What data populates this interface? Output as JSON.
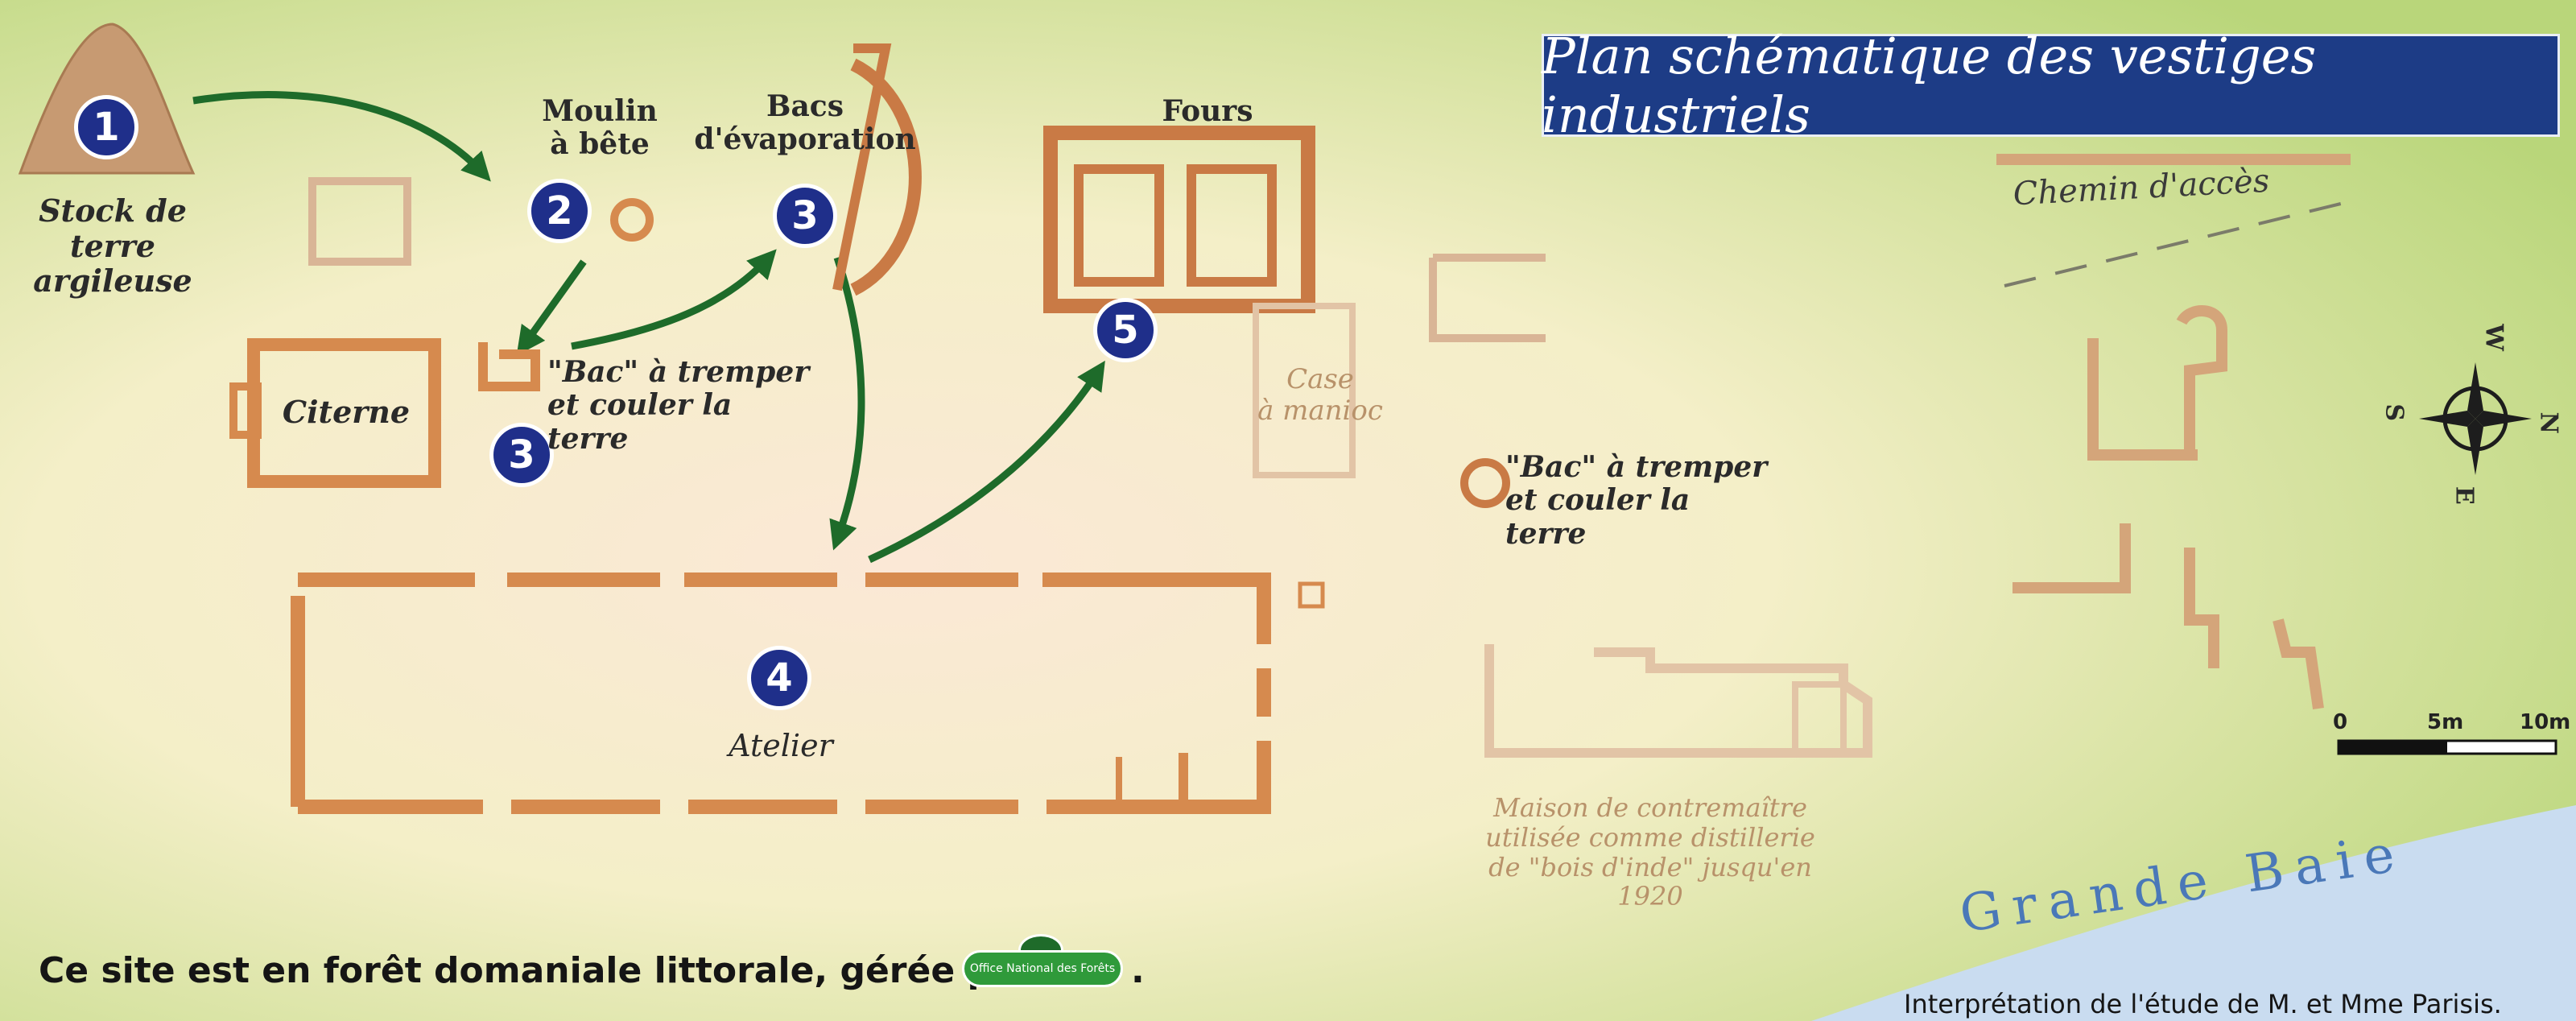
{
  "title": "Plan schématique des vestiges industriels",
  "labels": {
    "stock_line1": "Stock de terre",
    "stock_line2": "argileuse",
    "moulin_line1": "Moulin",
    "moulin_line2": "à bête",
    "bacs_line1": "Bacs",
    "bacs_line2": "d'évaporation",
    "fours": "Fours",
    "citerne": "Citerne",
    "bac_tremper_line1": "\"Bac\" à tremper",
    "bac_tremper_line2": "et couler la terre",
    "case_line1": "Case",
    "case_line2": "à manioc",
    "bac2_line1": "\"Bac\" à tremper",
    "bac2_line2": "et couler la terre",
    "atelier": "Atelier",
    "maison_line1": "Maison de contremaître",
    "maison_line2": "utilisée comme distillerie",
    "maison_line3": "de \"bois d'inde\" jusqu'en 1920",
    "chemin": "Chemin d'accès",
    "grande_baie": "Grande Baie"
  },
  "markers": {
    "m1": "1",
    "m2": "2",
    "m3a": "3",
    "m3b": "3",
    "m4": "4",
    "m5": "5"
  },
  "compass": {
    "n": "N",
    "s": "S",
    "e": "E",
    "w": "W"
  },
  "scale": {
    "t0": "0",
    "t1": "5m",
    "t2": "10m"
  },
  "footer": {
    "text": "Ce site est en forêt domaniale littorale, gérée par",
    "period": ".",
    "logo_text": "Office National des Forêts"
  },
  "credit": "Interprétation de l'étude de M. et Mme Parisis.",
  "colors": {
    "walls": "#d68a4e",
    "arrows": "#1e6b2a",
    "badge": "#1f2f8a",
    "title_bg": "#1d3c86",
    "sea_text": "#4a78b8"
  }
}
